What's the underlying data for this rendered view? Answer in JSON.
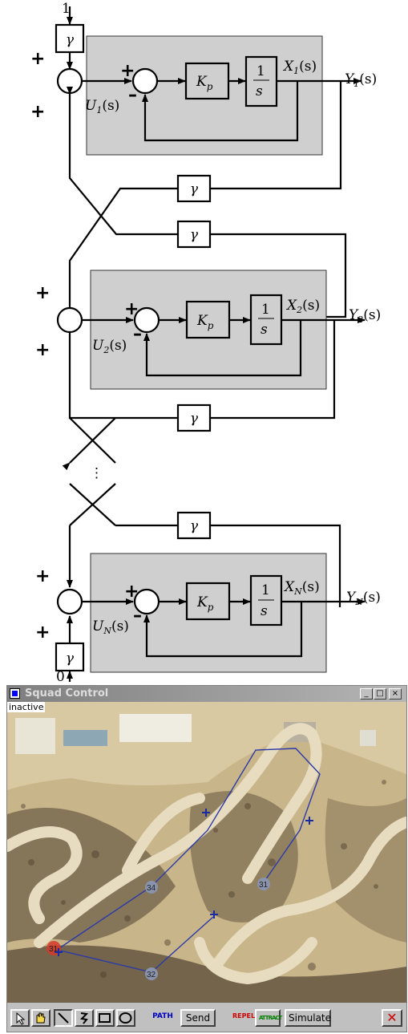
{
  "diagram": {
    "gamma": "γ",
    "fraction_numerator": "1",
    "fraction_denominator": "s",
    "plus": "+",
    "minus": "–",
    "ellipsis": "⋮",
    "top_input": "1",
    "bottom_input": "0",
    "blocks": [
      {
        "u": "U",
        "u_sub": "1",
        "x": "X",
        "x_sub": "1",
        "y": "Y",
        "y_sub": "1",
        "kp": "K",
        "kp_sub": "p"
      },
      {
        "u": "U",
        "u_sub": "2",
        "x": "X",
        "x_sub": "2",
        "y": "Y",
        "y_sub": "2",
        "kp": "K",
        "kp_sub": "p"
      },
      {
        "u": "U",
        "u_sub": "N",
        "x": "X",
        "x_sub": "N",
        "y": "Y",
        "y_sub": "N",
        "kp": "K",
        "kp_sub": "p"
      }
    ],
    "arg": "(s)"
  },
  "window": {
    "title": "Squad Control",
    "status": "inactive",
    "minimize": "_",
    "maximize": "□",
    "close": "×",
    "waypoints": [
      "34",
      "31",
      "32",
      "31"
    ],
    "toolbar": {
      "select_icon": "pointer-icon",
      "hand_icon": "hand-icon",
      "line_icon": "line-icon",
      "curve_icon": "curve-icon",
      "rect_icon": "rectangle-icon",
      "ellipse_icon": "ellipse-icon",
      "path": "PATH",
      "send": "Send",
      "repel": "REPEL",
      "attract": "ATTRACT",
      "simulate": "Simulate",
      "close_icon": "red-x-icon"
    },
    "colors": {
      "path": "#2a3aa8",
      "repel": "#d00000",
      "attract": "#008000",
      "path_label": "#0000c0",
      "close_x": "#d00000"
    }
  }
}
